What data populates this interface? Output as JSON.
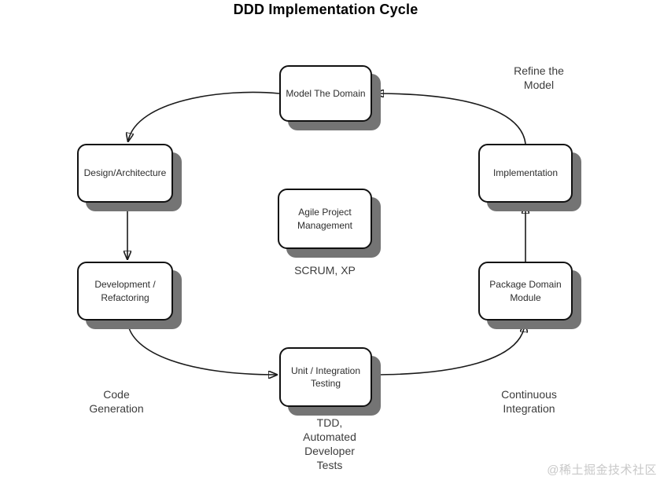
{
  "title": "DDD Implementation Cycle",
  "boxes": {
    "model": {
      "label": "Model The Domain"
    },
    "design": {
      "label": "Design/Architecture"
    },
    "development": {
      "label": "Development /\nRefactoring"
    },
    "agile": {
      "label": "Agile Project\nManagement"
    },
    "unit": {
      "label": "Unit / Integration\nTesting"
    },
    "implementation": {
      "label": "Implementation"
    },
    "package": {
      "label": "Package Domain\nModule"
    }
  },
  "annotations": {
    "refine_model": "Refine the\nModel",
    "scrum_xp": "SCRUM, XP",
    "code_generation": "Code\nGeneration",
    "tdd": "TDD,\nAutomated\nDeveloper\nTests",
    "continuous_integration": "Continuous\nIntegration"
  },
  "edges": [
    {
      "from": "model",
      "to": "design"
    },
    {
      "from": "design",
      "to": "development"
    },
    {
      "from": "development",
      "to": "unit"
    },
    {
      "from": "unit",
      "to": "package"
    },
    {
      "from": "package",
      "to": "implementation"
    },
    {
      "from": "implementation",
      "to": "model"
    }
  ],
  "colors": {
    "background": "#ffffff",
    "box_fill": "#ffffff",
    "box_border": "#000000",
    "box_shadow": "#747474",
    "arrow": "#1a1a1a",
    "text": "#2d2d2d",
    "watermark": "#c8c8c8"
  },
  "watermark": "@稀土掘金技术社区"
}
